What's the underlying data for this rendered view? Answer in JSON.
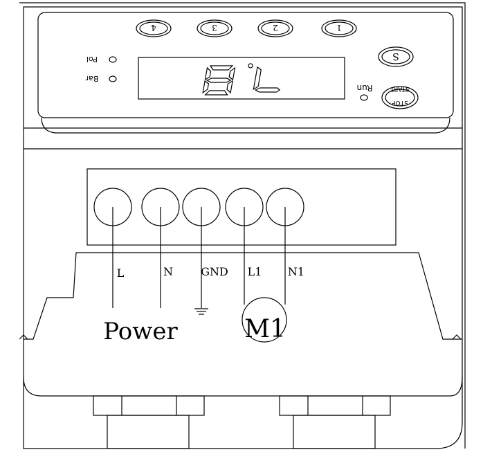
{
  "control_panel": {
    "buttons": [
      {
        "label": "4",
        "icon": "digit-4-mirrored"
      },
      {
        "label": "3",
        "icon": "digit-3-mirrored"
      },
      {
        "label": "2",
        "icon": "digit-2-mirrored"
      },
      {
        "label": "1",
        "icon": "digit-1-mirrored"
      }
    ],
    "indicators": {
      "pol": "Pol",
      "bar": "Bar",
      "run": "Run"
    },
    "display_text": "8L",
    "mode_button_icon": "s-circle-mirrored",
    "stop_start": {
      "top": "START",
      "bottom": "STOP"
    }
  },
  "terminals": {
    "labels": [
      "L",
      "N",
      "GND",
      "L1",
      "N1"
    ]
  },
  "wiring": {
    "power_label": "Power",
    "motor_label": "M1"
  }
}
